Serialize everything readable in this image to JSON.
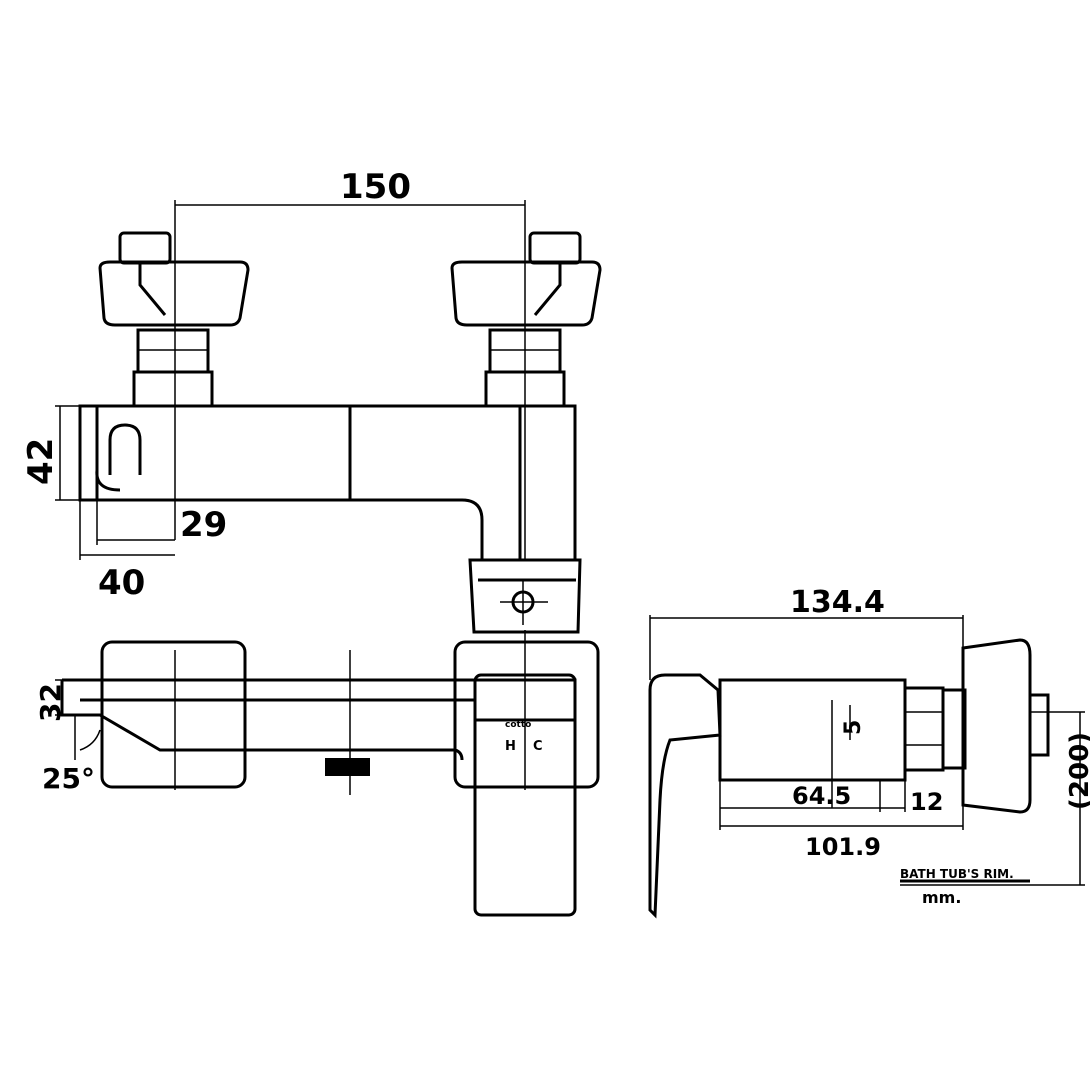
{
  "dimensions": {
    "d150": "150",
    "d42": "42",
    "d29": "29",
    "d40": "40",
    "d32": "32",
    "d25": "25°",
    "d134_4": "134.4",
    "d5": "5",
    "d64_5": "64.5",
    "d12": "12",
    "d101_9": "101.9",
    "d200": "(200)"
  },
  "notes": {
    "rim": "BATH TUB'S RIM.",
    "unit": "mm."
  },
  "handle_labels": {
    "hot": "H",
    "cold": "C",
    "logo": "cotto"
  }
}
